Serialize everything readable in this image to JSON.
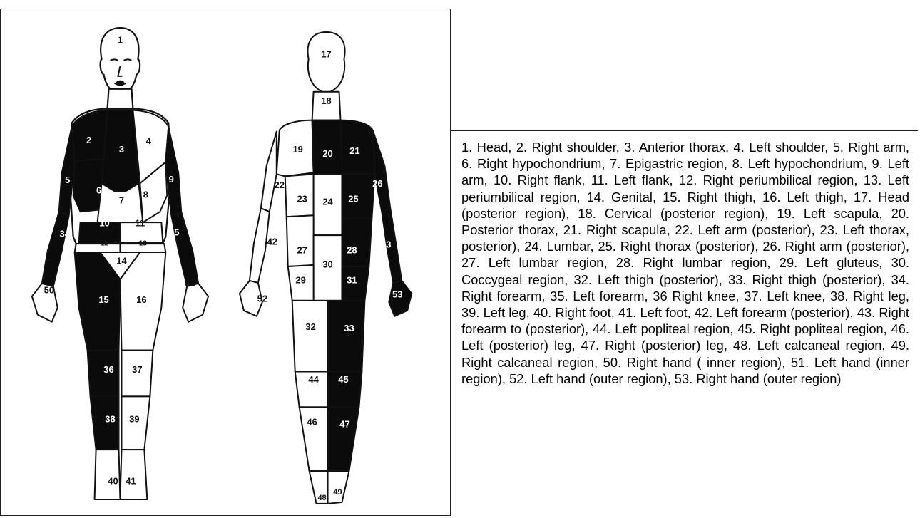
{
  "figure": {
    "front_labels": [
      "1",
      "2",
      "3",
      "4",
      "5",
      "6",
      "7",
      "8",
      "9",
      "10",
      "11",
      "12",
      "13",
      "14",
      "15",
      "16",
      "34",
      "35",
      "36",
      "37",
      "38",
      "39",
      "40",
      "41",
      "50",
      "51"
    ],
    "back_labels": [
      "17",
      "18",
      "19",
      "20",
      "21",
      "22",
      "23",
      "24",
      "25",
      "26",
      "27",
      "28",
      "29",
      "30",
      "31",
      "32",
      "33",
      "42",
      "43",
      "44",
      "45",
      "46",
      "47",
      "48",
      "49",
      "52",
      "53"
    ],
    "colors": {
      "dark_region": "#0b0b0b",
      "light_region": "#ffffff",
      "outline": "#111111"
    }
  },
  "legend": {
    "text": "1. Head, 2. Right shoulder, 3. Anterior thorax, 4. Left shoulder, 5. Right arm, 6. Right hypochondrium, 7. Epigastric region, 8. Left hypochondrium, 9. Left arm, 10. Right flank, 11. Left flank, 12. Right periumbilical region, 13. Left periumbilical region, 14. Genital, 15. Right thigh, 16. Left thigh, 17. Head (posterior region), 18. Cervical (posterior region), 19. Left scapula, 20. Posterior thorax, 21. Right scapula, 22. Left arm (posterior), 23. Left thorax, posterior), 24. Lumbar, 25. Right thorax (posterior), 26. Right arm (posterior), 27. Left lumbar region, 28. Right lumbar region, 29. Left gluteus, 30. Coccygeal region, 32. Left thigh (posterior), 33. Right thigh (posterior), 34. Right forearm, 35. Left forearm, 36 Right knee, 37. Left knee, 38. Right leg, 39. Left leg, 40. Right foot, 41. Left foot, 42. Left forearm (posterior), 43. Right forearm to (posterior), 44. Left popliteal region, 45. Right popliteal region, 46. Left (posterior) leg, 47. Right (posterior) leg, 48. Left calcaneal region, 49. Right calcaneal region, 50. Right hand ( inner region), 51. Left hand (inner region), 52. Left hand (outer region), 53. Right hand (outer region)"
  }
}
